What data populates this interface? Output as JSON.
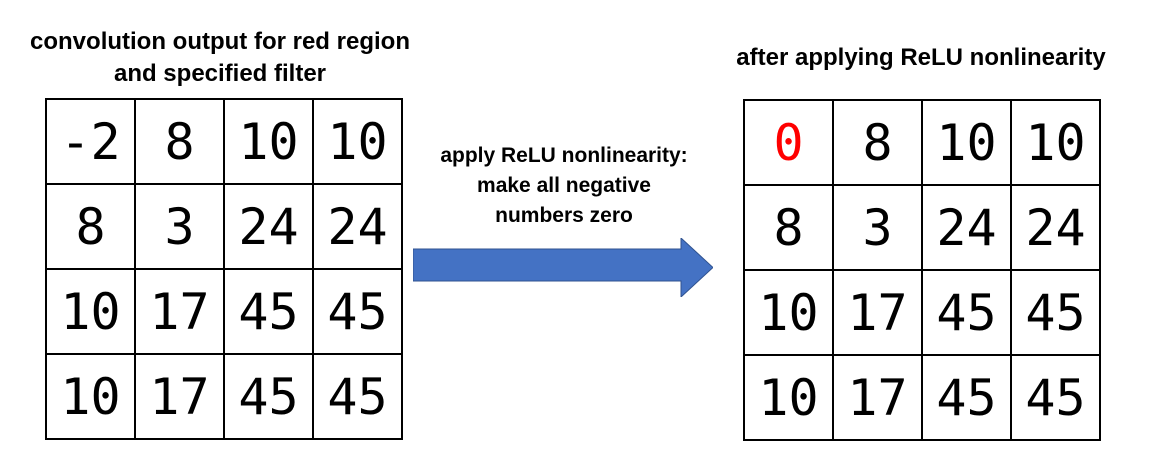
{
  "left_panel": {
    "title_lines": [
      "convolution output for red region",
      "and specified filter"
    ],
    "matrix": [
      [
        "-2",
        "8",
        "10",
        "10"
      ],
      [
        "8",
        "3",
        "24",
        "24"
      ],
      [
        "10",
        "17",
        "45",
        "45"
      ],
      [
        "10",
        "17",
        "45",
        "45"
      ]
    ],
    "highlighted_cells": []
  },
  "middle": {
    "label_lines": [
      "apply ReLU nonlinearity:",
      "make all negative",
      "numbers zero"
    ],
    "arrow_color": "#4472C4",
    "arrow_border_color": "#2F528F"
  },
  "right_panel": {
    "title": "after applying ReLU nonlinearity",
    "matrix": [
      [
        "0",
        "8",
        "10",
        "10"
      ],
      [
        "8",
        "3",
        "24",
        "24"
      ],
      [
        "10",
        "17",
        "45",
        "45"
      ],
      [
        "10",
        "17",
        "45",
        "45"
      ]
    ],
    "highlighted_cells": [
      {
        "row": 0,
        "col": 0,
        "color": "#FF0000"
      }
    ]
  },
  "colors": {
    "text": "#000000",
    "grid_border": "#000000",
    "background": "#FFFFFF",
    "negative_replaced": "#FF0000",
    "arrow_fill": "#4472C4"
  }
}
